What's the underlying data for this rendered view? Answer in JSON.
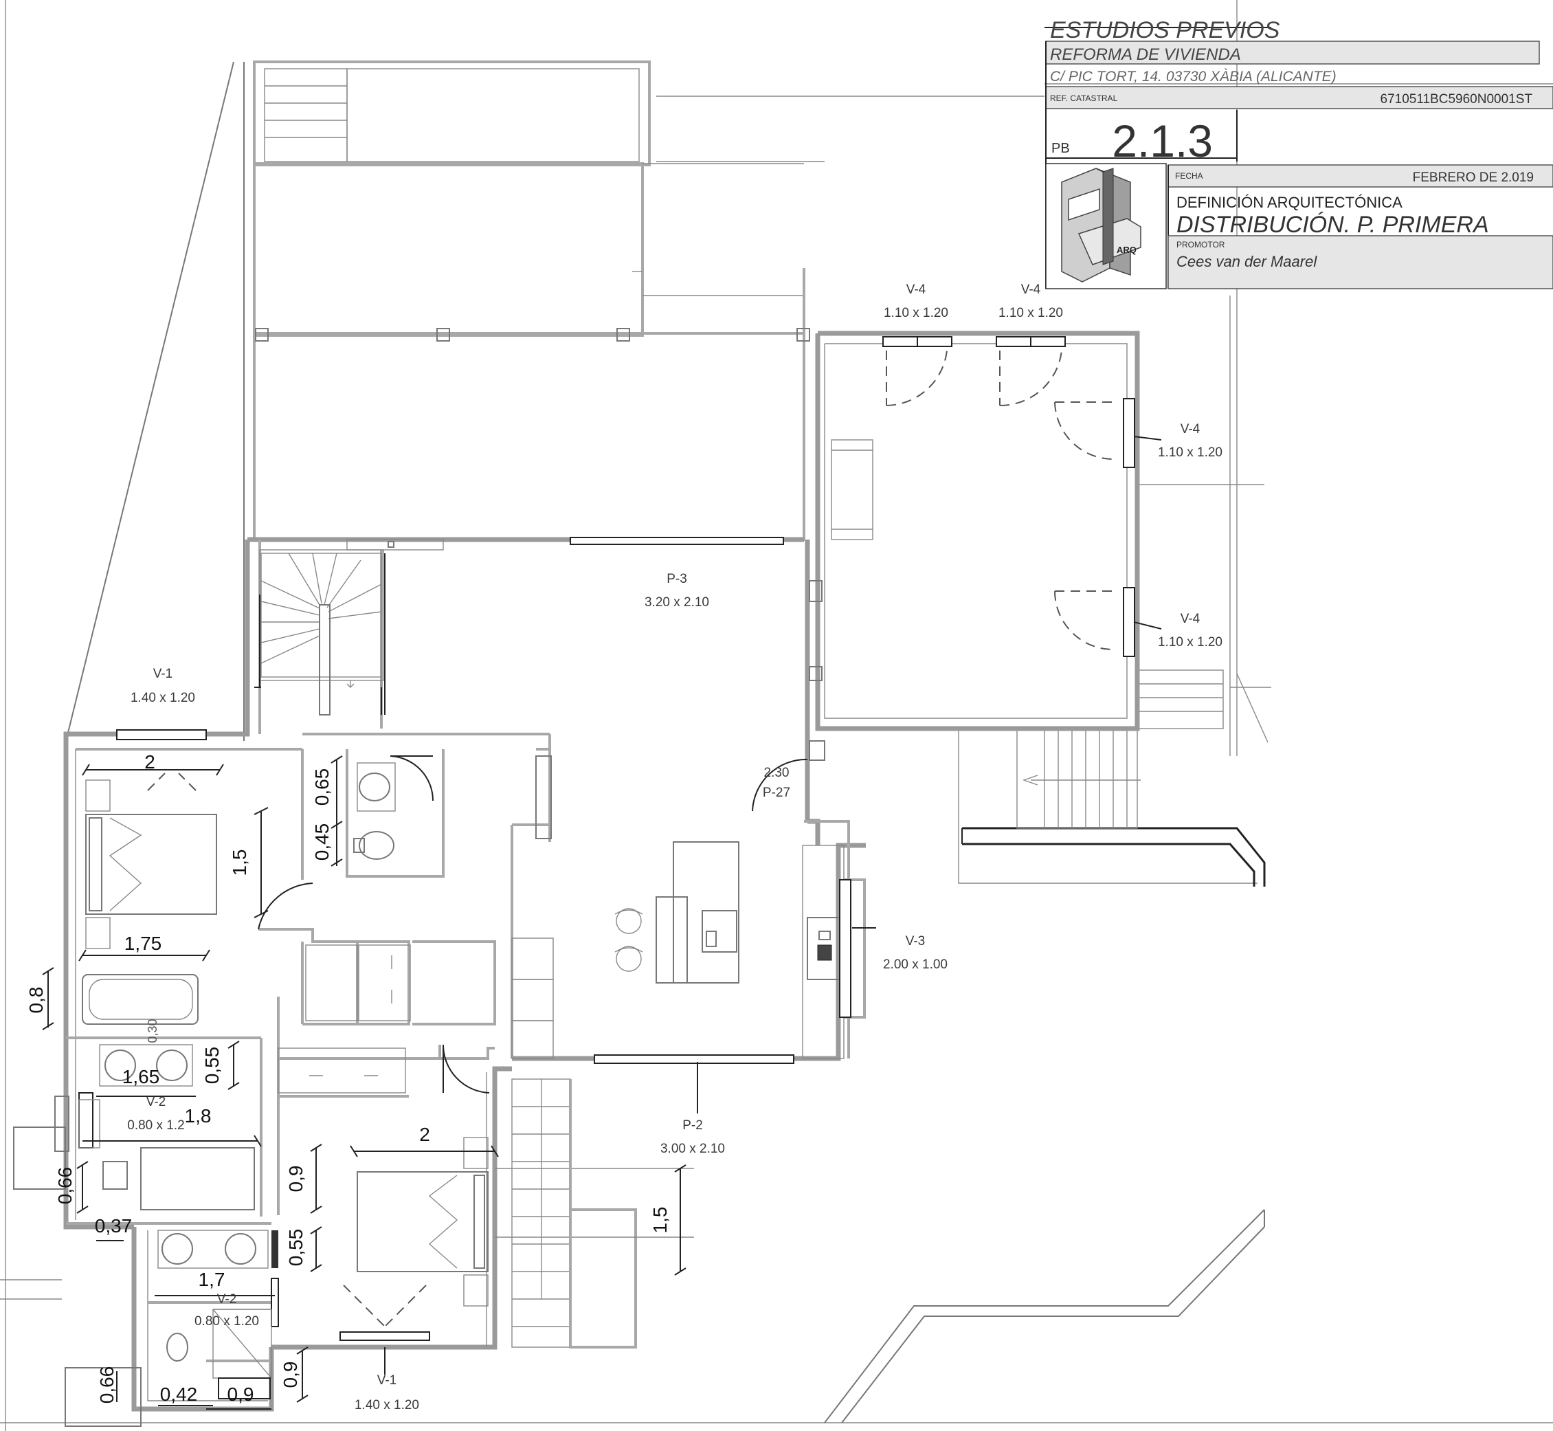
{
  "title_block": {
    "stage": "ESTUDIOS PREVIOS",
    "project": "REFORMA DE VIVIENDA",
    "address": "C/ PIC TORT, 14. 03730 XÀBIA (ALICANTE)",
    "cadastral_label": "REF. CATASTRAL",
    "cadastral_ref": "6710511BC5960N0001ST",
    "floor_code": "PB",
    "sheet_number": "2.1.3",
    "date_label": "FECHA",
    "date": "FEBRERO DE 2.019",
    "discipline": "DEFINICIÓN ARQUITECTÓNICA",
    "drawing_title": "DISTRIBUCIÓN. P. PRIMERA",
    "promoter_label": "PROMOTOR",
    "promoter": "Cees van der Maarel",
    "logo_text": "ARQ"
  },
  "openings": [
    {
      "code": "V-4",
      "size": "1.10 x 1.20"
    },
    {
      "code": "V-4",
      "size": "1.10 x 1.20"
    },
    {
      "code": "V-4",
      "size": "1.10 x 1.20"
    },
    {
      "code": "V-4",
      "size": "1.10 x 1.20"
    },
    {
      "code": "P-3",
      "size": "3.20 x 2.10"
    },
    {
      "code": "V-1",
      "size": "1.40 x 1.20"
    },
    {
      "code": "P-27",
      "size": "2.30"
    },
    {
      "code": "V-3",
      "size": "2.00 x 1.00"
    },
    {
      "code": "P-2",
      "size": "3.00 x 2.10"
    },
    {
      "code": "V-2",
      "size": "0.80 x 1.2"
    },
    {
      "code": "V-2",
      "size": "0.80 x 1.20"
    },
    {
      "code": "V-1",
      "size": "1.40 x 1.20"
    }
  ],
  "dimensions": {
    "bed1_width": "2",
    "bath1_basin": "0,65",
    "bath1_wc": "0,45",
    "bed1_length": "1,5",
    "bed1_foot": "1,75",
    "bathtub_depth": "0,8",
    "bathtub_gap": "0,30",
    "vanity_depth": "0,55",
    "vanity_width": "1,65",
    "bath_width": "1,8",
    "wc_depth": "0,66",
    "wc_width": "0,37",
    "bed2_width": "2",
    "bed2_closet": "0,9",
    "bath3_vanity_depth": "0,55",
    "bath3_vanity_width": "1,7",
    "bed2_length": "1,5",
    "bath3_wc_depth": "0,66",
    "bath3_wc_width": "0,42",
    "shower_width": "0,9",
    "shower_depth": "0,9"
  }
}
